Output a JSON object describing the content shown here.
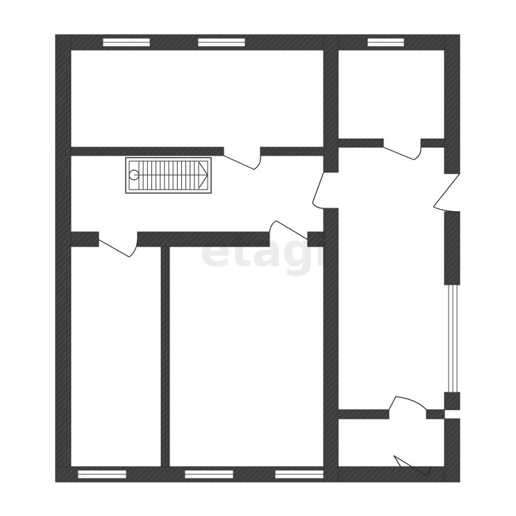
{
  "watermark": {
    "text": "etagi"
  },
  "colors": {
    "wall": "#3d3d3d",
    "wall_hatch": "#5a5a5a",
    "window": "#ffffff",
    "window_frame": "#444444",
    "background": "#ffffff"
  },
  "rooms": [
    {
      "id": "room-top-left"
    },
    {
      "id": "room-top-right"
    },
    {
      "id": "hallway-stairs"
    },
    {
      "id": "corridor-right"
    },
    {
      "id": "room-bottom-left"
    },
    {
      "id": "room-bottom-middle"
    },
    {
      "id": "room-bottom-right"
    }
  ],
  "stairs": {
    "steps": 14,
    "direction": "right"
  }
}
